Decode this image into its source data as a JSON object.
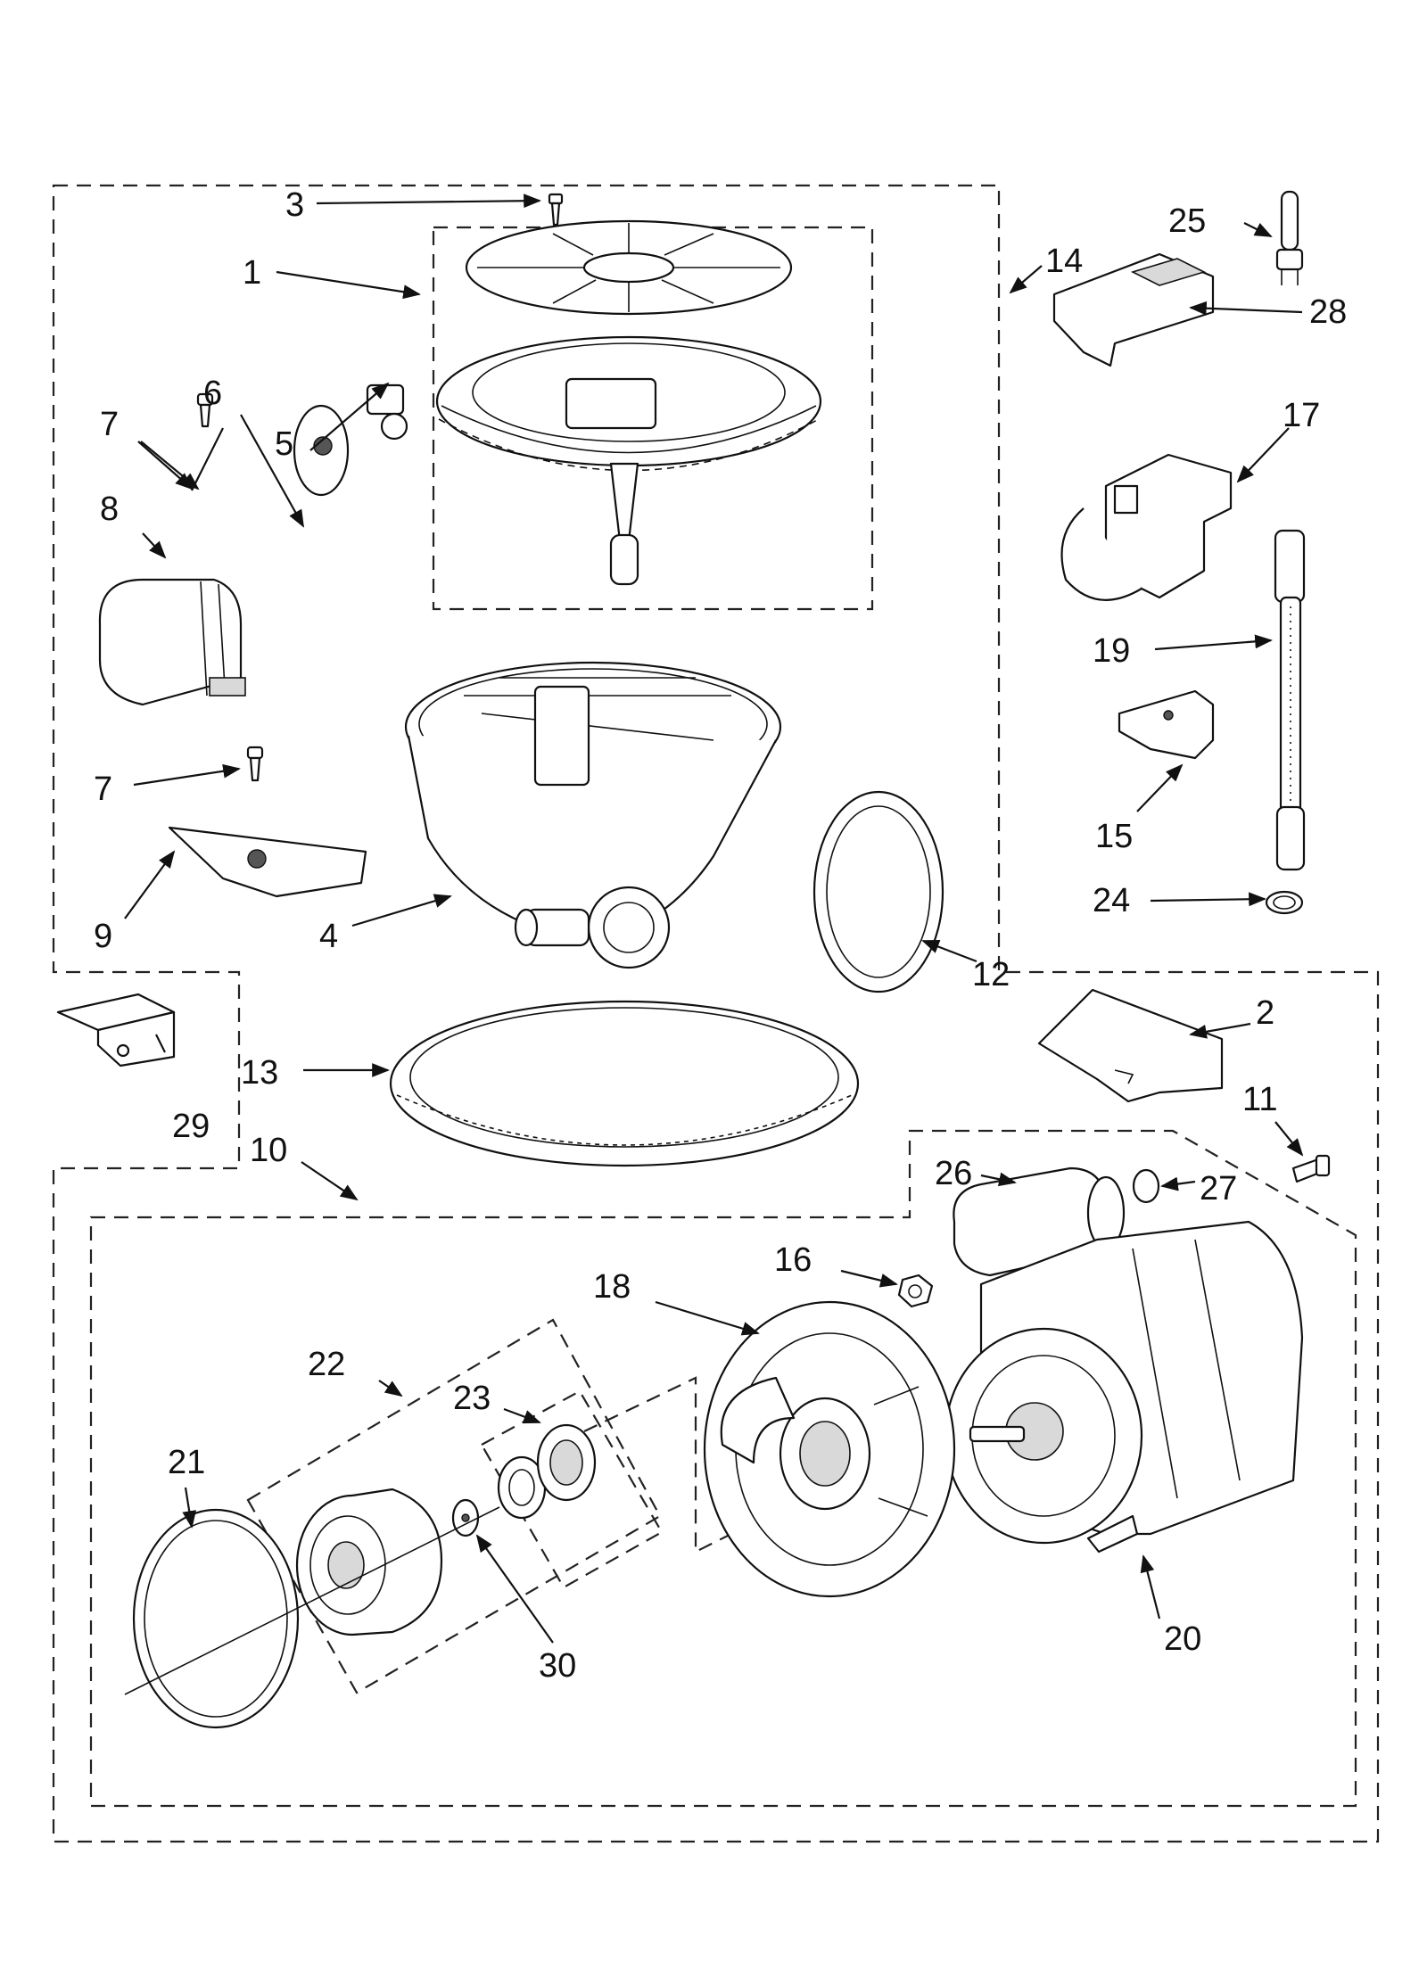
{
  "callouts": [
    {
      "id": "1",
      "label": "1"
    },
    {
      "id": "2",
      "label": "2"
    },
    {
      "id": "3",
      "label": "3"
    },
    {
      "id": "4",
      "label": "4"
    },
    {
      "id": "5",
      "label": "5"
    },
    {
      "id": "6",
      "label": "6"
    },
    {
      "id": "7a",
      "label": "7"
    },
    {
      "id": "7b",
      "label": "7"
    },
    {
      "id": "8",
      "label": "8"
    },
    {
      "id": "9",
      "label": "9"
    },
    {
      "id": "10",
      "label": "10"
    },
    {
      "id": "11",
      "label": "11"
    },
    {
      "id": "12",
      "label": "12"
    },
    {
      "id": "13",
      "label": "13"
    },
    {
      "id": "14",
      "label": "14"
    },
    {
      "id": "15",
      "label": "15"
    },
    {
      "id": "16",
      "label": "16"
    },
    {
      "id": "17",
      "label": "17"
    },
    {
      "id": "18",
      "label": "18"
    },
    {
      "id": "19",
      "label": "19"
    },
    {
      "id": "20",
      "label": "20"
    },
    {
      "id": "21",
      "label": "21"
    },
    {
      "id": "22",
      "label": "22"
    },
    {
      "id": "23",
      "label": "23"
    },
    {
      "id": "24",
      "label": "24"
    },
    {
      "id": "25",
      "label": "25"
    },
    {
      "id": "26",
      "label": "26"
    },
    {
      "id": "27",
      "label": "27"
    },
    {
      "id": "28",
      "label": "28"
    },
    {
      "id": "29",
      "label": "29"
    },
    {
      "id": "30",
      "label": "30"
    }
  ],
  "colors": {
    "line": "#111111",
    "background": "#ffffff",
    "fill_shade": "#d9d9d9"
  }
}
